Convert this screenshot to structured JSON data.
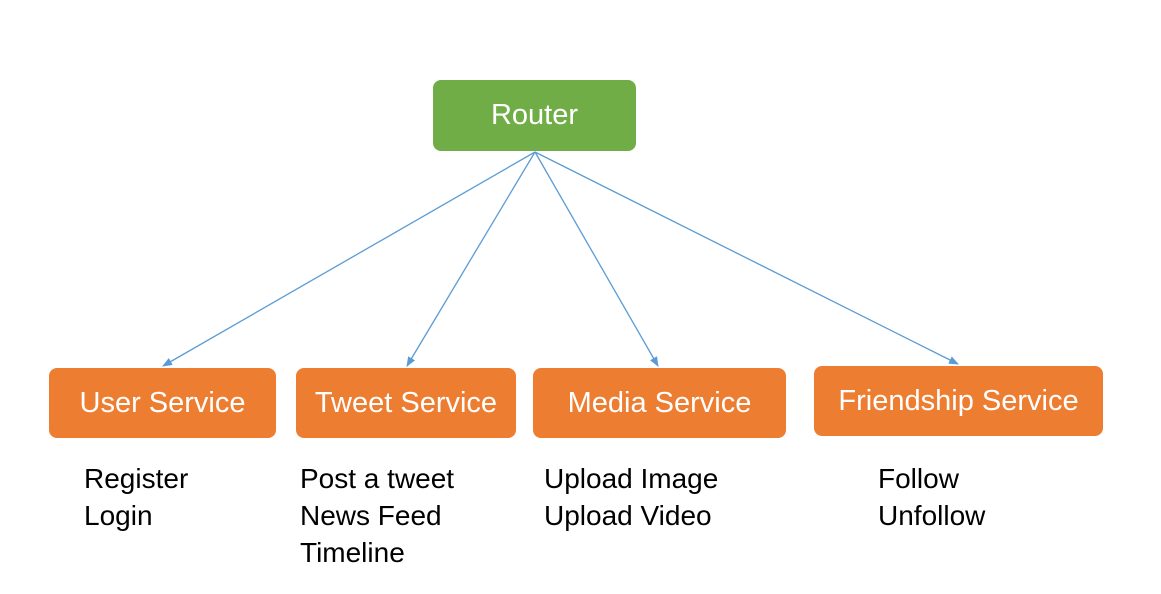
{
  "colors": {
    "router_fill": "#70ad47",
    "service_fill": "#ed7d31",
    "connector": "#5b9bd5",
    "label_text": "#ffffff",
    "feature_text": "#000000"
  },
  "router": {
    "label": "Router"
  },
  "services": [
    {
      "label": "User Service",
      "features": [
        "Register",
        "Login"
      ]
    },
    {
      "label": "Tweet Service",
      "features": [
        "Post a tweet",
        "News Feed",
        "Timeline"
      ]
    },
    {
      "label": "Media Service",
      "features": [
        "Upload Image",
        "Upload Video"
      ]
    },
    {
      "label": "Friendship Service",
      "features": [
        "Follow",
        "Unfollow"
      ]
    }
  ]
}
